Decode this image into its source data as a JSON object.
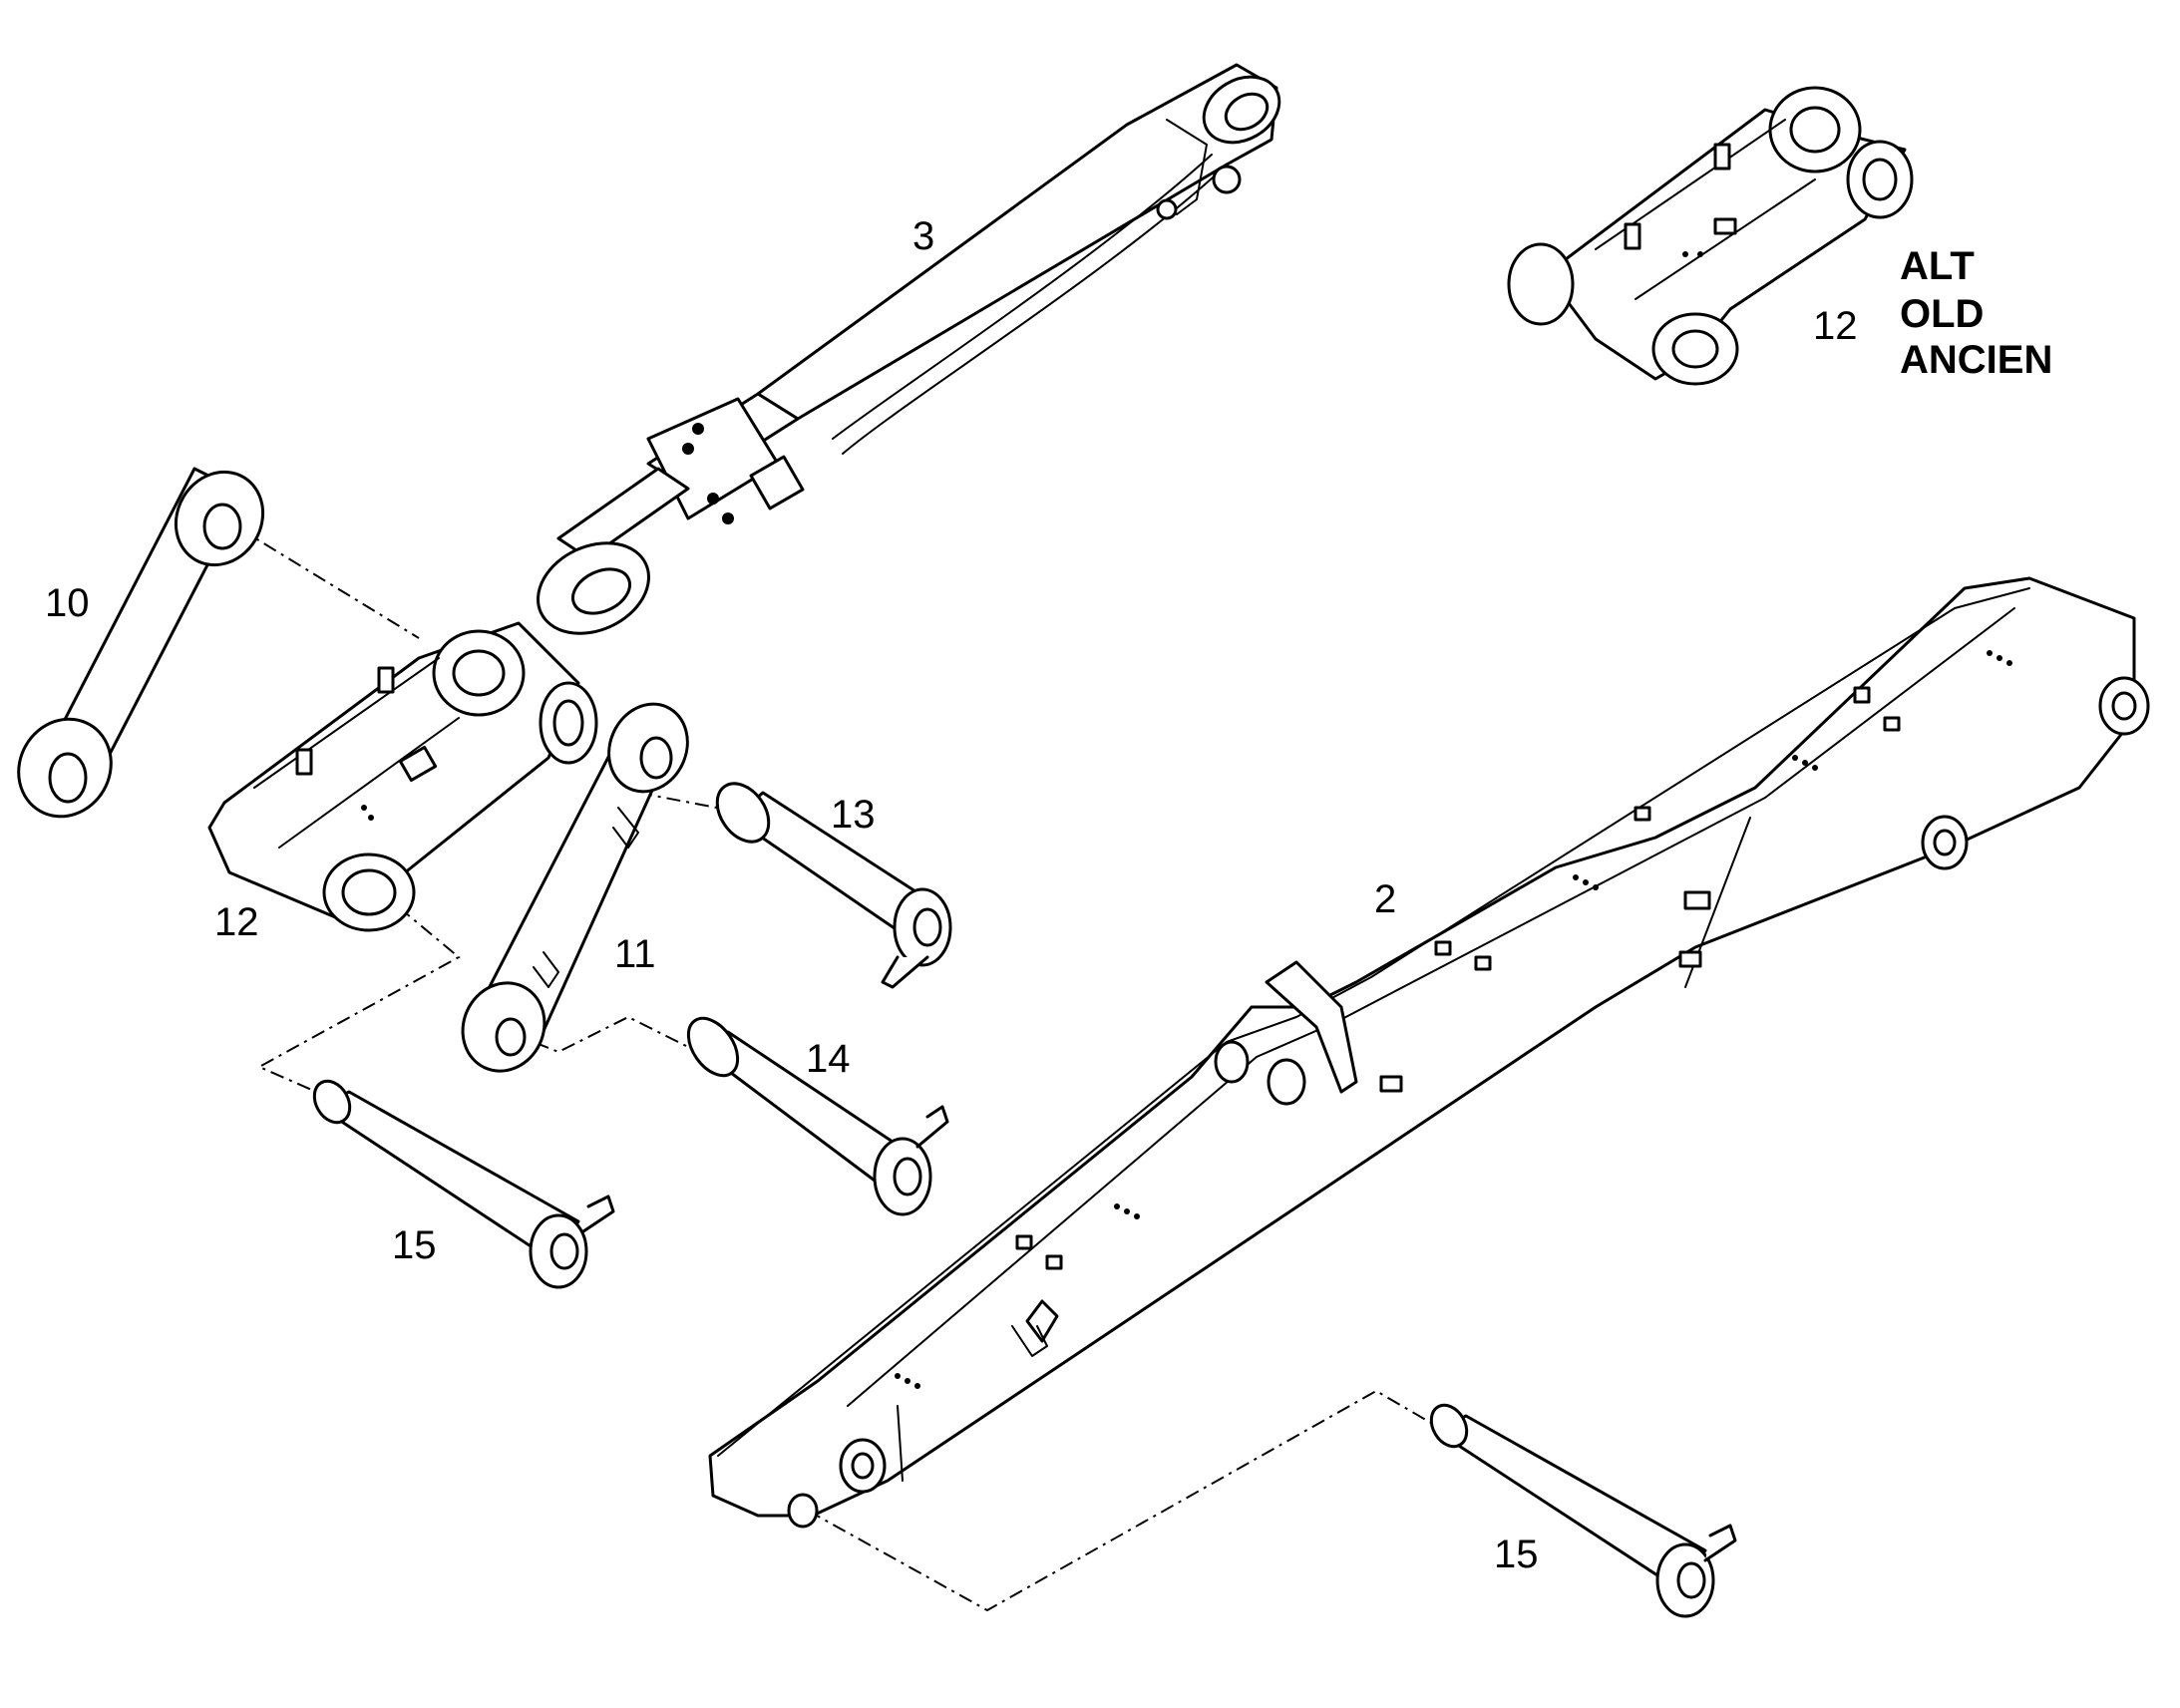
{
  "labels": {
    "boom": "2",
    "cylinder": "3",
    "link_left": "10",
    "link_right": "11",
    "rocker_main": "12",
    "rocker_alt": "12",
    "pin_13": "13",
    "pin_14": "14",
    "pin_15_left": "15",
    "pin_15_right": "15"
  },
  "variant_note": {
    "line1": "ALT",
    "line2": "OLD",
    "line3": "ANCIEN"
  },
  "colors": {
    "line": "#000000",
    "background": "#ffffff"
  }
}
